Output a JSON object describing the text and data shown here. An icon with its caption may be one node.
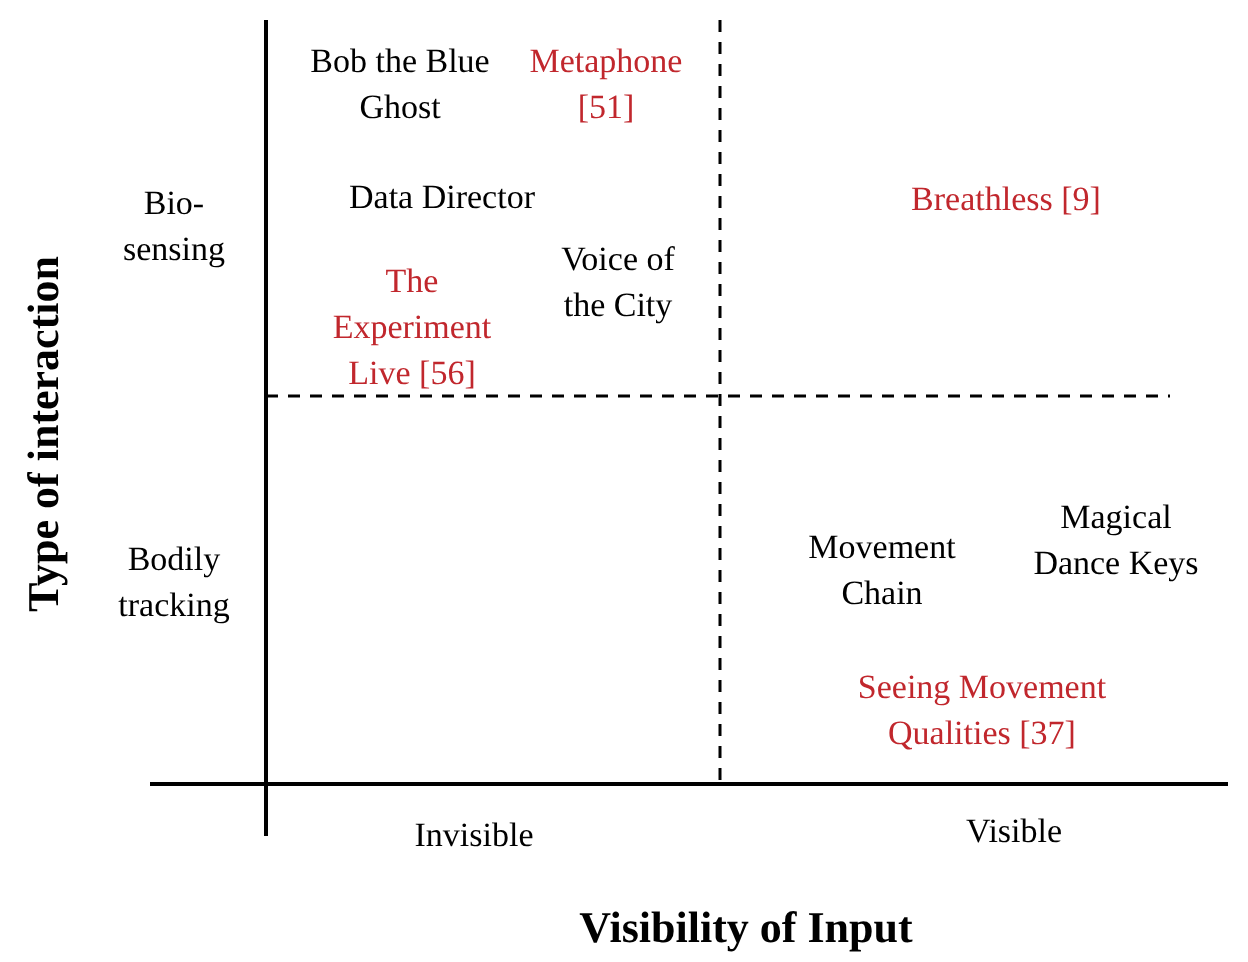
{
  "diagram": {
    "labels": [
      "Type of interaction",
      "Bob the Blue Ghost",
      "Metaphone [51]",
      "Bio-sensing",
      "Data Director",
      "Breathless [9]",
      "The Experiment Live [56]",
      "Voice of the City",
      "Bodily tracking",
      "Movement Chain",
      "Magical Dance Keys",
      "Seeing Movement Qualities [37]",
      "Invisible",
      "Visible",
      "Visibility of Input"
    ]
  }
}
